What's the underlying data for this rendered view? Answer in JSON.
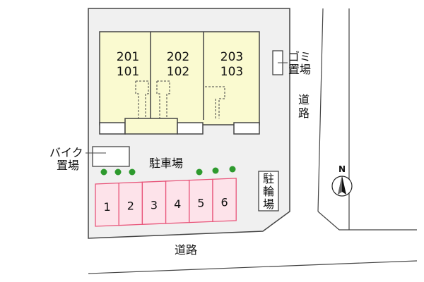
{
  "colors": {
    "lot": "#f0f0f0",
    "building": "#fafad0",
    "parking_fill": "#fde3ea",
    "parking_stroke": "#e8557a",
    "tree": "#2e9a2e",
    "outline": "#444444"
  },
  "buildings": [
    {
      "upper": "201",
      "lower": "101"
    },
    {
      "upper": "202",
      "lower": "102"
    },
    {
      "upper": "203",
      "lower": "103"
    }
  ],
  "labels": {
    "garbage": [
      "ゴミ",
      "置場"
    ],
    "bike": [
      "バイク",
      "置場"
    ],
    "parking": "駐車場",
    "bicycle": [
      "駐",
      "輪",
      "場"
    ],
    "road_east": [
      "道",
      "路"
    ],
    "road_south": "道路",
    "north": "N"
  },
  "parking_slots": [
    "1",
    "2",
    "3",
    "4",
    "5",
    "6"
  ],
  "icons": {
    "compass": "north-arrow-icon",
    "tree": "tree-icon"
  }
}
